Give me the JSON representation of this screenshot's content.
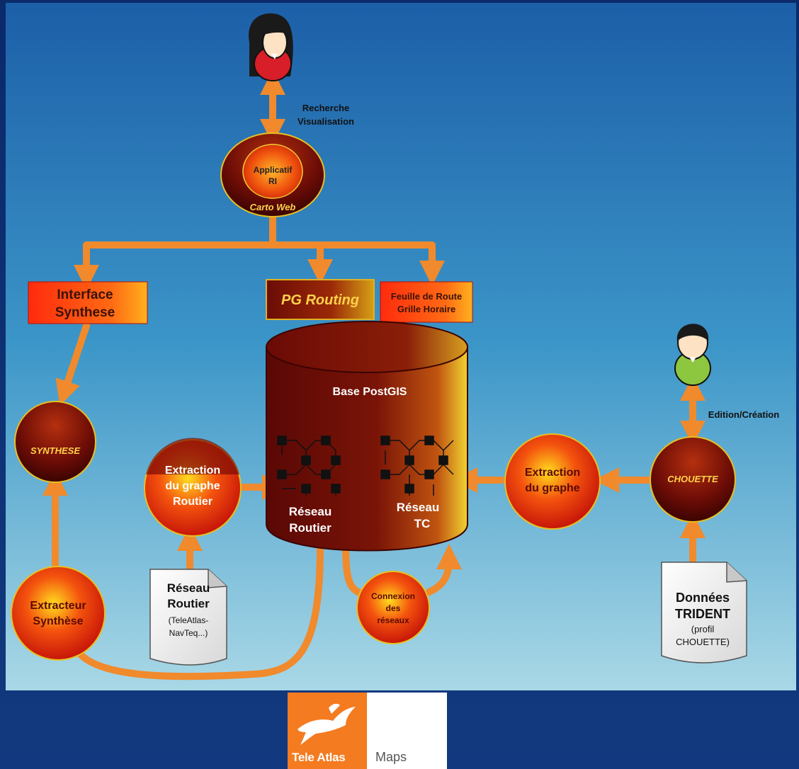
{
  "users": {
    "top_actions": [
      "Recherche",
      "Visualisation"
    ],
    "right_action": "Edition/Création"
  },
  "nodes": {
    "applicatif": [
      "Applicatif",
      "RI"
    ],
    "carto_web": "Carto Web",
    "interface_synthese": [
      "Interface",
      "Synthese"
    ],
    "pg_routing": "PG Routing",
    "feuille_route": [
      "Feuille de Route",
      "Grille Horaire"
    ],
    "base_postgis": "Base PostGIS",
    "reseau_routier_db": [
      "Réseau",
      "Routier"
    ],
    "reseau_tc_db": [
      "Réseau",
      "TC"
    ],
    "synthese": "SYNTHESE",
    "extraction_routier": [
      "Extraction",
      "du graphe",
      "Routier"
    ],
    "extraction_tc": [
      "Extraction",
      "du graphe"
    ],
    "chouette": "CHOUETTE",
    "extracteur_synthese": [
      "Extracteur",
      "Synthèse"
    ],
    "connexion": [
      "Connexion",
      "des",
      "réseaux"
    ]
  },
  "documents": {
    "reseau_routier": [
      "Réseau",
      "Routier",
      "(TeleAtlas-",
      "NavTeq...)"
    ],
    "donnees_trident": [
      "Données",
      "TRIDENT",
      "(profil",
      "CHOUETTE)"
    ]
  },
  "logo": {
    "brand": "Tele Atlas",
    "product": "Maps"
  },
  "colors": {
    "arrow": "#f08a2c",
    "node_fill": "#d81a0c",
    "db_fill": "#6a0c08",
    "background_top": "#1c5fa8",
    "background_bottom": "#a9d8e6"
  }
}
